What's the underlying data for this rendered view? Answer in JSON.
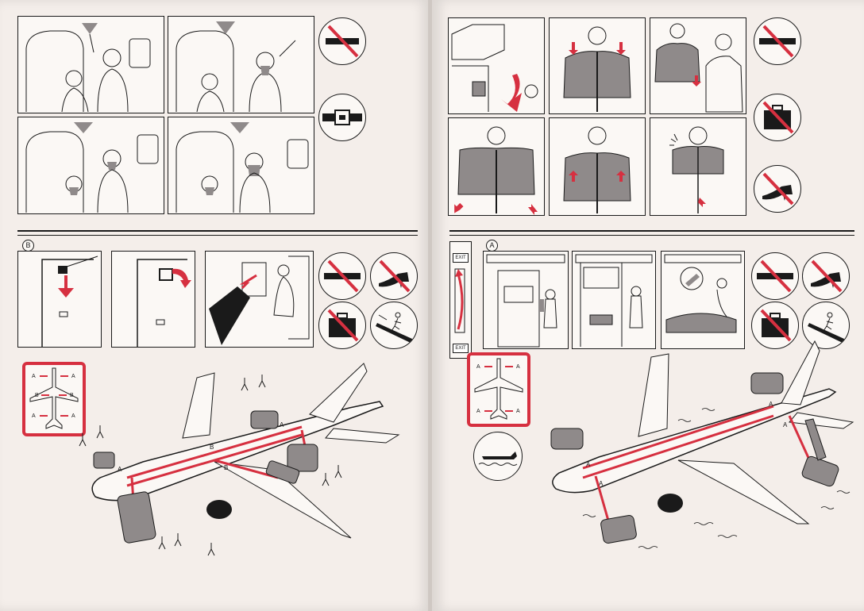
{
  "labels": {
    "section_b": "B",
    "section_a": "A",
    "exit_top": "EXIT",
    "exit_bottom": "EXIT",
    "door_a": "A",
    "door_b": "B",
    "plan_door_a": "A",
    "plan_door_b": "B"
  },
  "icons": {
    "no_smoking": "no-smoking-icon",
    "seatbelt": "seatbelt-icon",
    "no_baggage": "no-baggage-icon",
    "no_high_heels": "no-high-heels-icon",
    "slide_jump": "slide-jump-icon",
    "ditching": "ditching-aircraft-icon"
  },
  "colors": {
    "paper": "#f4eeea",
    "ink": "#1a1a1a",
    "accent_red": "#d63040",
    "fill_grey": "#8f8a8a"
  }
}
